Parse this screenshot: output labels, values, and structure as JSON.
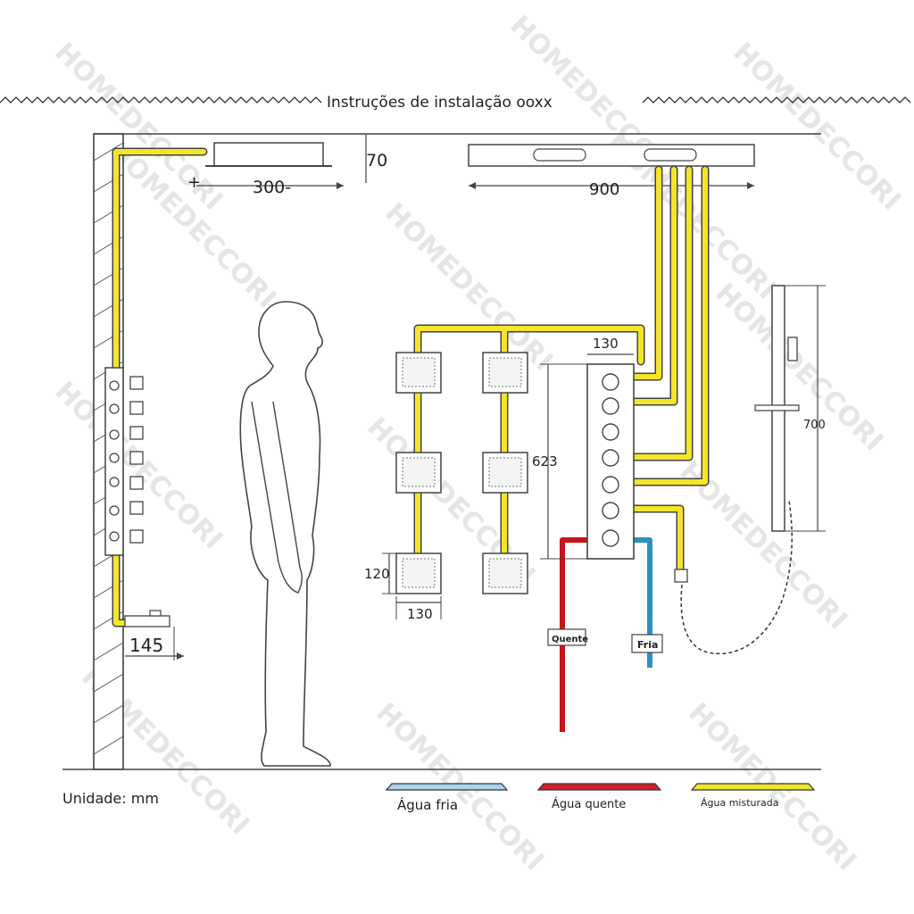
{
  "title": "Instruções de instalação ooxx",
  "unit_label": "Unidade: mm",
  "dimensions": {
    "ceiling_height": "70",
    "ceiling_width": "300-",
    "ceiling_plus": "+",
    "rain_panel_width": "900",
    "valve_width": "130",
    "valve_height": "623",
    "jet_height": "120",
    "jet_width": "130",
    "handheld_height": "700",
    "spout_depth": "145"
  },
  "tags": {
    "hot": "Quente",
    "cold": "Fria"
  },
  "legend": [
    {
      "label": "Água fria",
      "color": "#a9d4f0"
    },
    {
      "label": "Água quente",
      "color": "#d0202a"
    },
    {
      "label": "Água misturada",
      "color": "#f2e52a"
    }
  ],
  "watermark": "HOMEDECCORI",
  "colors": {
    "cold": "#2e8fc4",
    "hot": "#c4151c",
    "mixed": "#f2e52a",
    "outline": "#333333"
  }
}
